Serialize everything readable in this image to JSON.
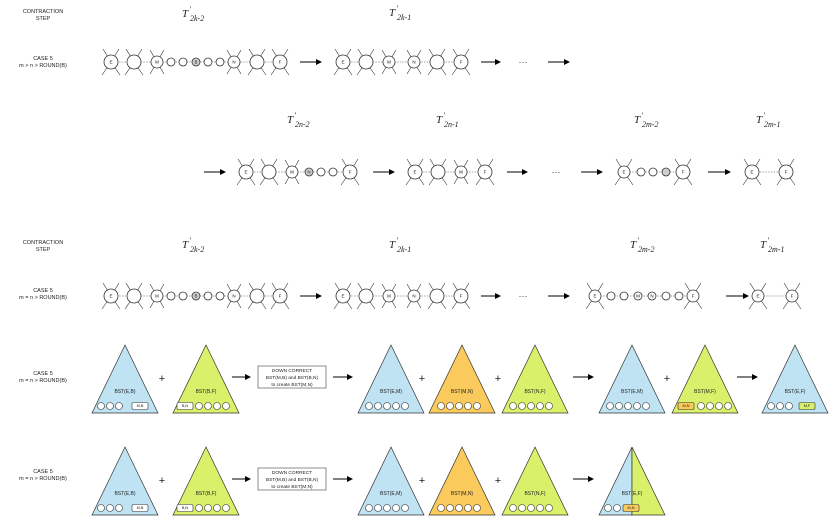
{
  "labels": {
    "contraction_step": [
      "CONTRACTION",
      "STEP"
    ],
    "case_top": [
      "CASE 5",
      "m > n > ROUND(B)"
    ],
    "case_eq": [
      "CASE 5",
      "m = n > ROUND(B)"
    ]
  },
  "taus": {
    "t2k2": {
      "main": "T",
      "prime": "'",
      "sub": "2k-2"
    },
    "t2k1": {
      "main": "T",
      "prime": "'",
      "sub": "2k-1"
    },
    "t2n2": {
      "main": "T",
      "prime": "'",
      "sub": "2n-2"
    },
    "t2n1": {
      "main": "T",
      "prime": "'",
      "sub": "2n-1"
    },
    "t2m2": {
      "main": "T",
      "prime": "'",
      "sub": "2m-2"
    },
    "t2m1": {
      "main": "T",
      "prime": "'",
      "sub": "2m-1"
    }
  },
  "ellipsis": "···",
  "plus": "+",
  "node_letters": {
    "E": "E",
    "M": "M",
    "B": "B",
    "N": "N",
    "F": "F"
  },
  "down_box": [
    "DOWN CORRECT",
    "BST(M,B) and BST(B,N)",
    "to create BST(M,N)"
  ],
  "trees": {
    "bst_eb": "BST(E,B)",
    "bst_bf": "BST(B,F)",
    "bst_em": "BST(E,M)",
    "bst_mn": "BST(M,N)",
    "bst_nf": "BST(N,F)",
    "bst_mf": "BST(M,F)",
    "bst_ef": "BST(E,F)"
  },
  "tags": {
    "mb": "M,B",
    "bn": "B,N",
    "mn": "M,N",
    "mf": "M,F"
  },
  "colors": {
    "blue": "#bfe3f3",
    "green": "#d8f06a",
    "orange": "#fbca5c",
    "node_gray": "#cfcfcf"
  }
}
